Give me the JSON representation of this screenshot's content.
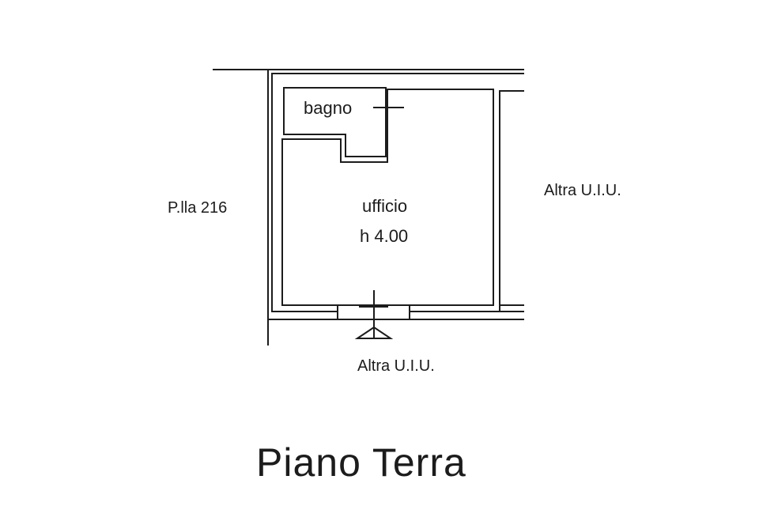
{
  "plan": {
    "rooms": {
      "bagno": "bagno",
      "ufficio": "ufficio",
      "ufficio_height": "h 4.00"
    },
    "neighbours": {
      "left": "P.lla 216",
      "right": "Altra U.I.U.",
      "bottom": "Altra U.I.U."
    },
    "title": "Piano Terra",
    "colors": {
      "ink": "#1c1c1c",
      "background": "#ffffff"
    }
  }
}
